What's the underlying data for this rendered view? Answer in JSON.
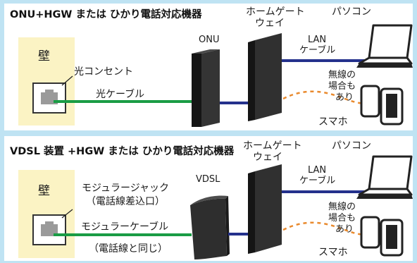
{
  "panel1": {
    "title": "ONU+HGW または ひかり電話対応機器",
    "wall": "壁",
    "outlet": "光コンセント",
    "cable": "光ケーブル",
    "device": "ONU",
    "hgw_line1": "ホームゲート",
    "hgw_line2": "ウェイ",
    "pc": "パソコン",
    "lan_line1": "LAN",
    "lan_line2": "ケーブル",
    "wireless_line1": "無線の",
    "wireless_line2": "場合も",
    "wireless_line3": "あり",
    "phone": "スマホ"
  },
  "panel2": {
    "title": "VDSL 装置 +HGW または ひかり電話対応機器",
    "wall": "壁",
    "jack_line1": "モジュラージャック",
    "jack_line2": "（電話線差込口）",
    "cable": "モジュラーケーブル",
    "cable_note": "（電話線と同じ）",
    "device": "VDSL",
    "hgw_line1": "ホームゲート",
    "hgw_line2": "ウェイ",
    "pc": "パソコン",
    "lan_line1": "LAN",
    "lan_line2": "ケーブル",
    "wireless_line1": "無線の",
    "wireless_line2": "場合も",
    "wireless_line3": "あり",
    "phone": "スマホ"
  },
  "colors": {
    "background": "#bfe3f3",
    "panel": "#ffffff",
    "wall": "#fbf3c4",
    "fiber_cable": "#1a9c45",
    "lan_cable": "#24318c",
    "wireless": "#e98a2e",
    "device": "#2b2b2b"
  }
}
